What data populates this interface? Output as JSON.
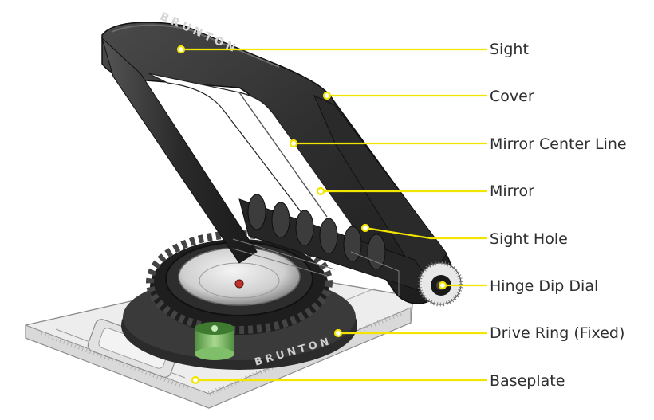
{
  "diagram": {
    "brand_text": "BRUNTON",
    "leader_color": "#f2e600",
    "label_color": "#2f2f2f",
    "labels": [
      {
        "id": "sight",
        "text": "Sight"
      },
      {
        "id": "cover",
        "text": "Cover"
      },
      {
        "id": "mirror-center-line",
        "text": "Mirror Center Line"
      },
      {
        "id": "mirror",
        "text": "Mirror"
      },
      {
        "id": "sight-hole",
        "text": "Sight Hole"
      },
      {
        "id": "hinge-dip-dial",
        "text": "Hinge Dip Dial"
      },
      {
        "id": "drive-ring",
        "text": "Drive Ring (Fixed)"
      },
      {
        "id": "baseplate",
        "text": "Baseplate"
      }
    ]
  }
}
